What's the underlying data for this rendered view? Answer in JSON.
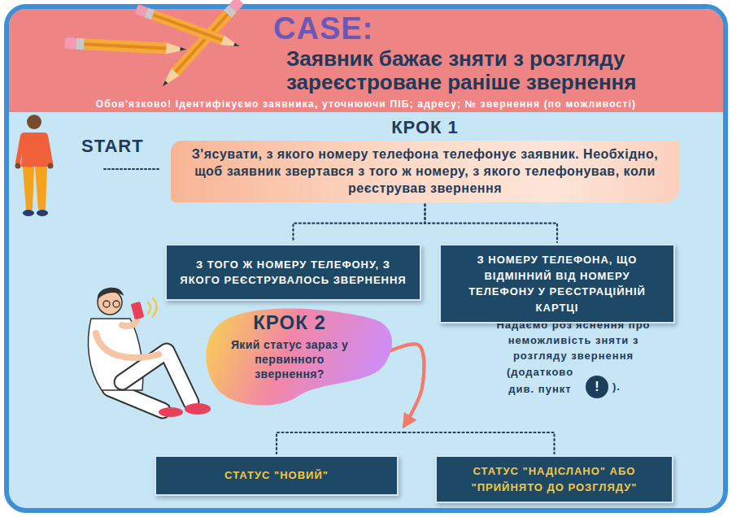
{
  "diagram": {
    "title": "Заявник бажає зняти з розгляду зареєстроване раніше звернення",
    "nodes": [
      {
        "text": [
          "КРОК 1",
          "З'ясувати, з якого номеру телефона телефонує заявник. Необхідно, щоб заявник звертався з того ж номеру, з якого телефонував, коли реєстрував звернення"
        ]
      },
      {
        "text": [
          "З ТОГО Ж НОМЕРУ ТЕЛЕФОНУ, З ЯКОГО РЕЄСТРУВАЛОСЬ ЗВЕРНЕННЯ"
        ]
      },
      {
        "text": [
          "З НОМЕРУ ТЕЛЕФОНА, ЩО ВІДМІННИЙ ВІД НОМЕРУ ТЕЛЕФОНУ У РЕЄСТРАЦІЙНІЙ КАРТЦІ"
        ]
      },
      {
        "text": [
          "КРОК 2",
          "Який статус зараз у первинного звернення?"
        ]
      },
      {
        "text": [
          "СТАТУС \"НОВИЙ\""
        ]
      },
      {
        "text": [
          "СТАТУС \"НАДІСЛАНО\" АБО \"ПРИЙНЯТО ДО РОЗГЛЯДУ\""
        ]
      }
    ],
    "edges": [
      {
        "from": 0,
        "to": 1,
        "arrow": "none"
      },
      {
        "from": 0,
        "to": 2,
        "arrow": "none"
      },
      {
        "from": 3,
        "to": 4,
        "arrow": "to"
      },
      {
        "from": 3,
        "to": 5,
        "arrow": "to"
      }
    ],
    "labels": [
      "CASE:",
      "Обов'язково! Ідентифікуємо заявника, уточнюючи ПІБ; адресу; № звернення (по можливості)",
      "START",
      "Надаємо роз'яснення про неможливість зняти з розгляду звернення",
      "(додатково див. пункт",
      "!",
      ")."
    ]
  }
}
